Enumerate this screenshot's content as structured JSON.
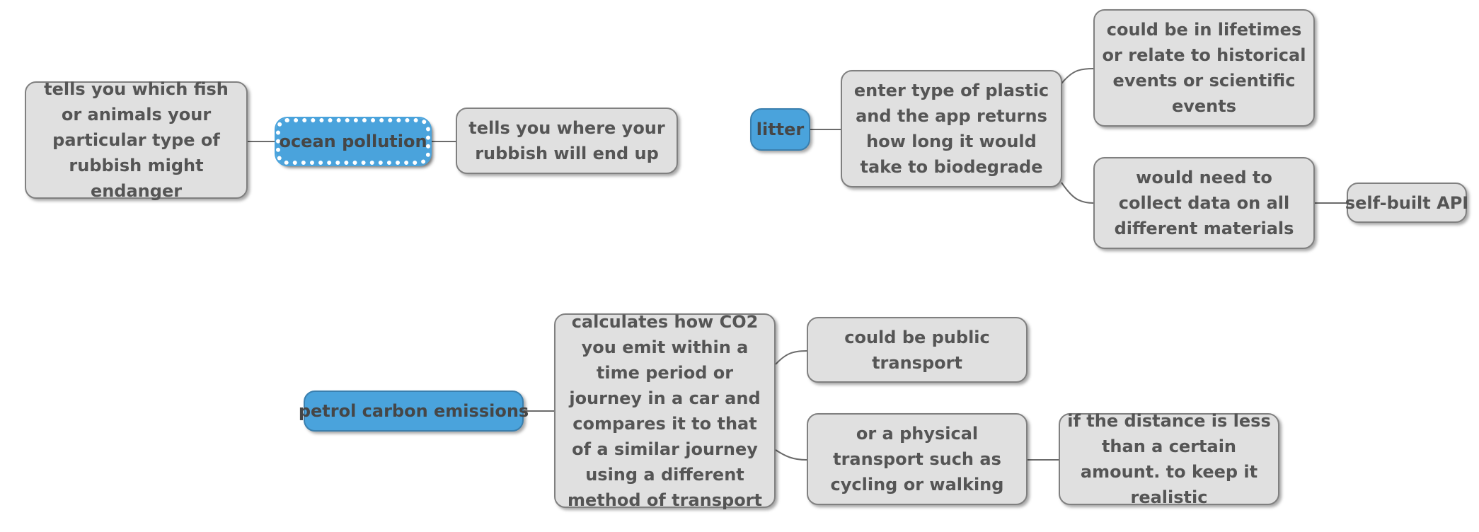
{
  "colors": {
    "root_fill": "#4aa3dc",
    "topic_fill": "#e0e0e0",
    "text": "#555555",
    "link": "#6b6b6b"
  },
  "mindmap": {
    "ocean": {
      "root": "ocean pollution",
      "left": "tells you which fish or animals your particular type of rubbish might endanger",
      "right": "tells you where your rubbish will end up"
    },
    "litter": {
      "root": "litter",
      "main": "enter type of plastic and the app returns how long it would take to biodegrade",
      "sub_top": "could be in lifetimes or relate to historical events or scientific events",
      "sub_bottom": "would need to collect data on all different materials",
      "api": "self-built API"
    },
    "petrol": {
      "root": "petrol carbon emissions",
      "main": "calculates how CO2 you emit within a time period or journey in a car and compares it to that of a similar journey using a different method of transport",
      "public": "could be public transport",
      "physical": "or a physical transport such as cycling or walking",
      "distance": "if the distance is less than a certain amount. to keep it realistic"
    }
  }
}
